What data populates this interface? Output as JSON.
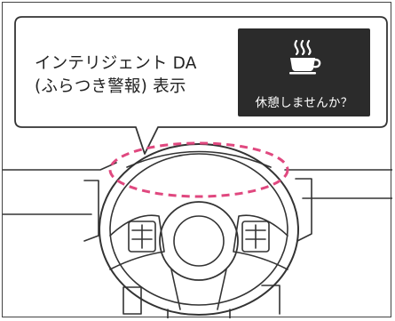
{
  "callout": {
    "line1": "インテリジェント DA",
    "line2": "(ふらつき警報) 表示"
  },
  "display": {
    "message": "休憩しませんか？",
    "icon": "coffee-cup-icon"
  },
  "colors": {
    "panel": "#2b2b2b",
    "highlight_dash": "#e0487f",
    "line_art": "#333333"
  }
}
